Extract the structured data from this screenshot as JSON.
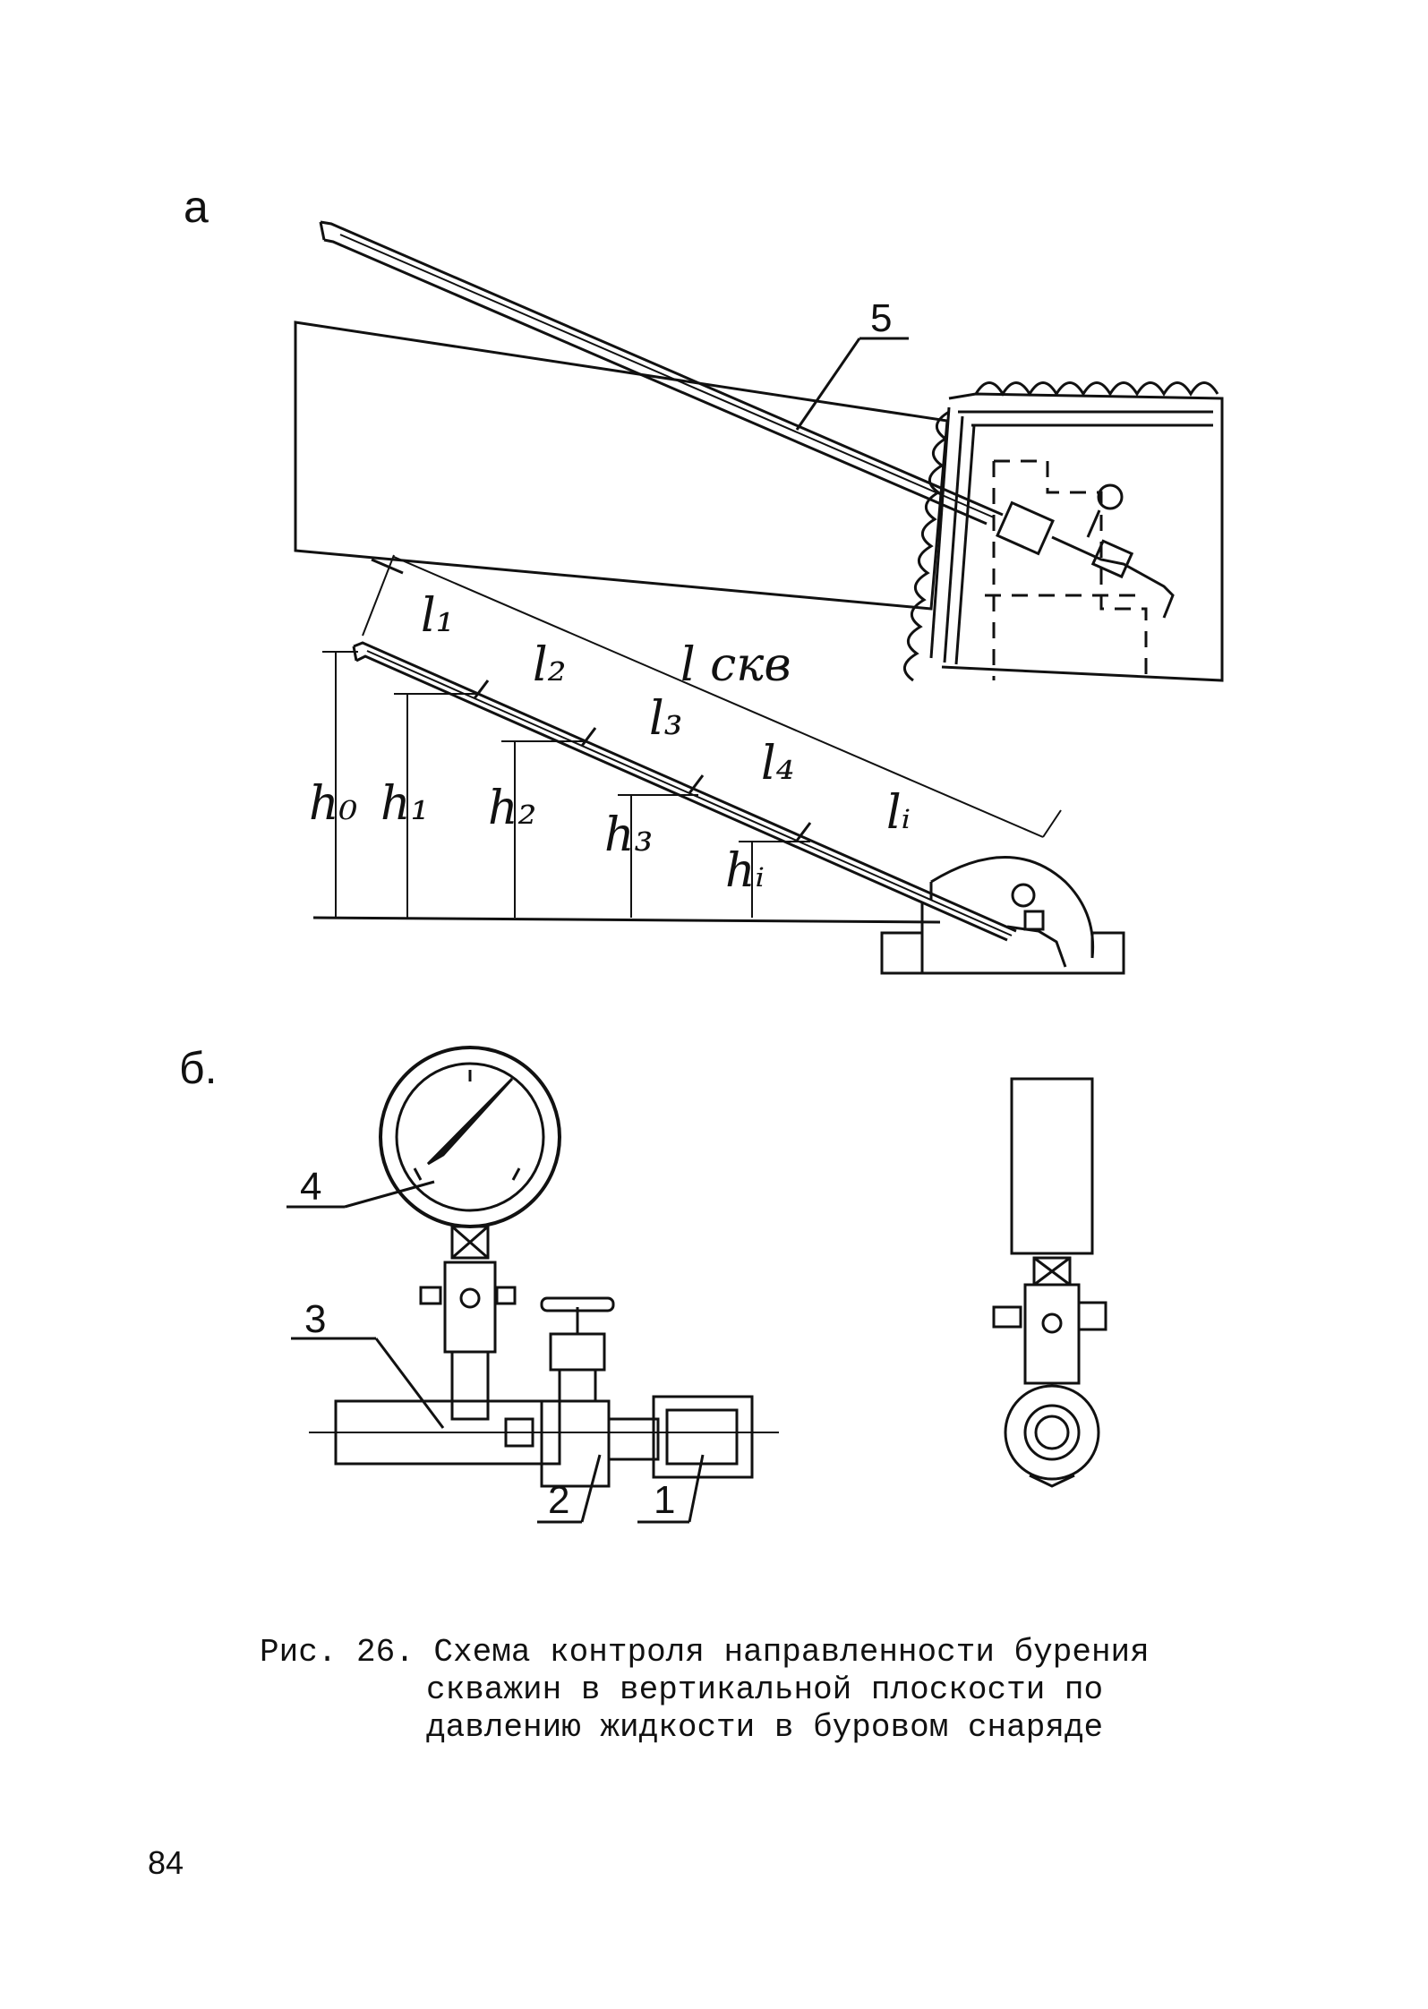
{
  "section_a": "а",
  "section_b": "б.",
  "labels": {
    "l1": "l₁",
    "l2": "l₂",
    "l3": "l₃",
    "l4": "l₄",
    "li": "lᵢ",
    "lskv": "l скв",
    "h0": "h₀",
    "h1": "h₁",
    "h2": "h₂",
    "h3": "h₃",
    "hi": "hᵢ"
  },
  "callouts": {
    "c1": "1",
    "c2": "2",
    "c3": "3",
    "c4": "4",
    "c5": "5"
  },
  "caption": {
    "line1": "Рис. 26. Схема контроля направленности бурения",
    "line2": "скважин в вертикальной плоскости по",
    "line3": "давлению жидкости в буровом снаряде"
  },
  "page_number": "84"
}
